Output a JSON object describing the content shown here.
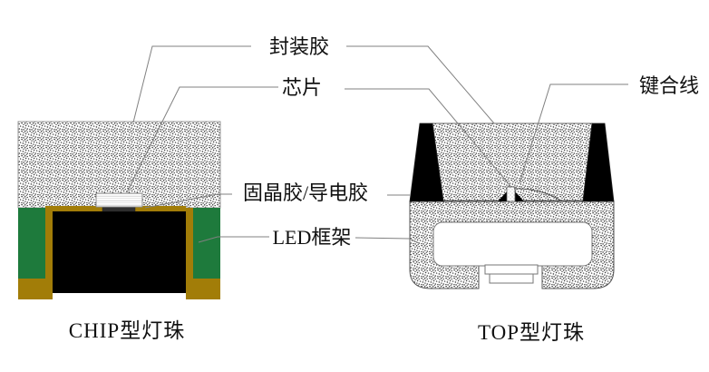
{
  "diagram": {
    "labels": {
      "encapsulant": "封装胶",
      "chip": "芯片",
      "bonding_wire": "键合线",
      "die_attach": "固晶胶/导电胶",
      "led_frame": "LED框架"
    },
    "captions": {
      "chip_type": "CHIP型灯珠",
      "top_type": "TOP型灯珠"
    },
    "colors": {
      "frame_green": "#1e7a3c",
      "frame_gold": "#a27d08",
      "cavity_black": "#000000",
      "leader_line": "#808080"
    }
  }
}
